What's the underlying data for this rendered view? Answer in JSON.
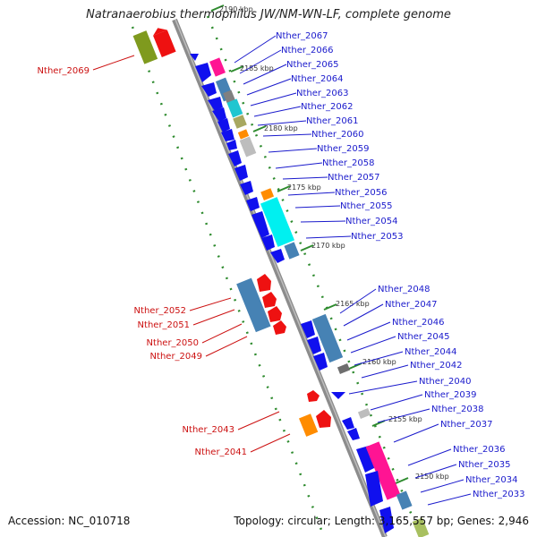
{
  "title": "Natranaerobius thermophilus JW/NM-WN-LF, complete genome",
  "accession": "Accession: NC_010718",
  "summary": "Topology: circular; Length: 3,165,557 bp; Genes: 2,946",
  "colors": {
    "backbone": "#8c8c8c",
    "dots": "#2e8b2e",
    "ruler": "#2e8b2e",
    "label_blue": "#1a1acc",
    "label_red": "#cc1111"
  },
  "ticks": [
    {
      "label": "2190 kbp"
    },
    {
      "label": "2185 kbp"
    },
    {
      "label": "2180 kbp"
    },
    {
      "label": "2175 kbp"
    },
    {
      "label": "2170 kbp"
    },
    {
      "label": "2165 kbp"
    },
    {
      "label": "2160 kbp"
    },
    {
      "label": "2155 kbp"
    },
    {
      "label": "2150 kbp"
    }
  ],
  "genes": [
    {
      "label": "Nther_2069",
      "side": "left"
    },
    {
      "label": "Nther_2067",
      "side": "right"
    },
    {
      "label": "Nther_2066",
      "side": "right"
    },
    {
      "label": "Nther_2065",
      "side": "right"
    },
    {
      "label": "Nther_2064",
      "side": "right"
    },
    {
      "label": "Nther_2063",
      "side": "right"
    },
    {
      "label": "Nther_2062",
      "side": "right"
    },
    {
      "label": "Nther_2061",
      "side": "right"
    },
    {
      "label": "Nther_2060",
      "side": "right"
    },
    {
      "label": "Nther_2059",
      "side": "right"
    },
    {
      "label": "Nther_2058",
      "side": "right"
    },
    {
      "label": "Nther_2057",
      "side": "right"
    },
    {
      "label": "Nther_2056",
      "side": "right"
    },
    {
      "label": "Nther_2055",
      "side": "right"
    },
    {
      "label": "Nther_2054",
      "side": "right"
    },
    {
      "label": "Nther_2053",
      "side": "right"
    },
    {
      "label": "Nther_2052",
      "side": "left"
    },
    {
      "label": "Nther_2051",
      "side": "left"
    },
    {
      "label": "Nther_2050",
      "side": "left"
    },
    {
      "label": "Nther_2049",
      "side": "left"
    },
    {
      "label": "Nther_2048",
      "side": "right"
    },
    {
      "label": "Nther_2047",
      "side": "right"
    },
    {
      "label": "Nther_2046",
      "side": "right"
    },
    {
      "label": "Nther_2045",
      "side": "right"
    },
    {
      "label": "Nther_2044",
      "side": "right"
    },
    {
      "label": "Nther_2042",
      "side": "right"
    },
    {
      "label": "Nther_2040",
      "side": "right"
    },
    {
      "label": "Nther_2039",
      "side": "right"
    },
    {
      "label": "Nther_2038",
      "side": "right"
    },
    {
      "label": "Nther_2037",
      "side": "right"
    },
    {
      "label": "Nther_2043",
      "side": "left"
    },
    {
      "label": "Nther_2041",
      "side": "left"
    },
    {
      "label": "Nther_2036",
      "side": "right"
    },
    {
      "label": "Nther_2035",
      "side": "right"
    },
    {
      "label": "Nther_2034",
      "side": "right"
    },
    {
      "label": "Nther_2033",
      "side": "right"
    }
  ]
}
